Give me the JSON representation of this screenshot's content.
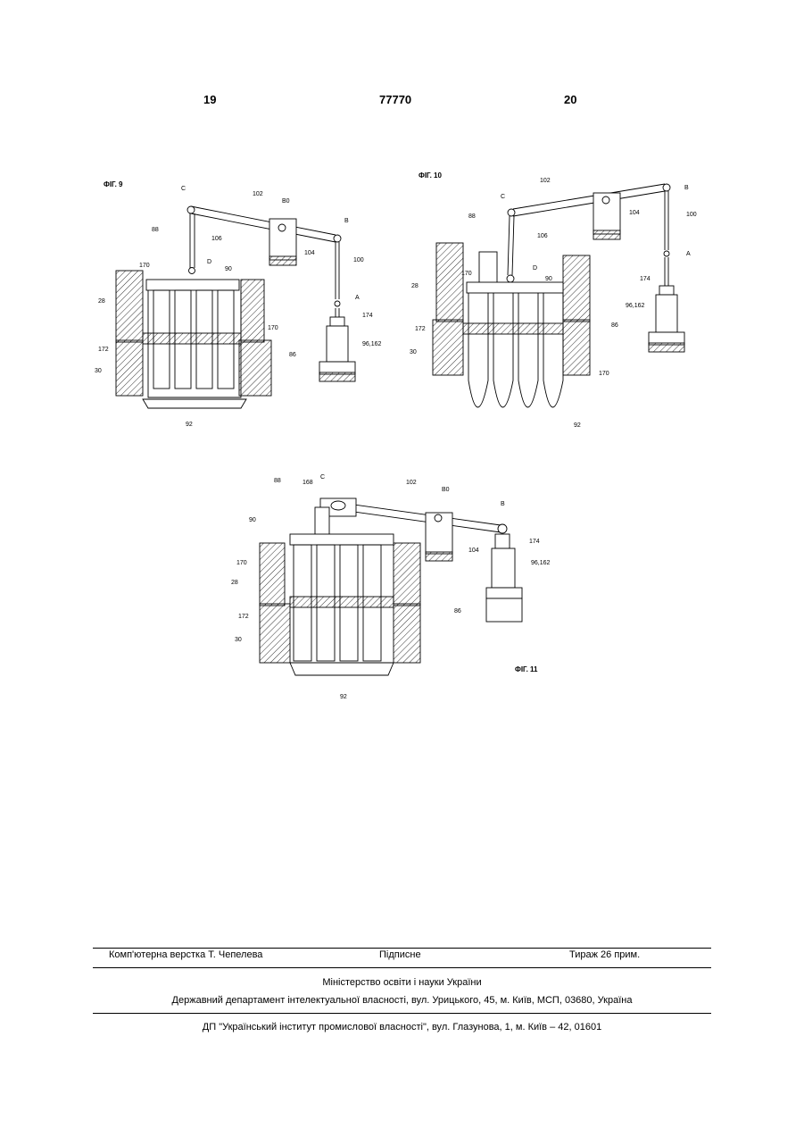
{
  "header": {
    "page_left": "19",
    "patent_no": "77770",
    "page_right": "20"
  },
  "figures": {
    "fig9": {
      "title": "ФІГ. 9",
      "labels": {
        "c": "C",
        "n102": "102",
        "b0": "B0",
        "b": "B",
        "n88": "88",
        "n106": "106",
        "n104": "104",
        "n100": "100",
        "d": "D",
        "n90": "90",
        "n170a": "170",
        "n28": "28",
        "a": "A",
        "n174": "174",
        "n170b": "170",
        "n172": "172",
        "n96": "96,162",
        "n30": "30",
        "n86": "86",
        "n92": "92"
      }
    },
    "fig10": {
      "title": "ФІГ. 10",
      "labels": {
        "n102": "102",
        "b": "B",
        "c": "C",
        "n104": "104",
        "n100": "100",
        "n88": "88",
        "n106": "106",
        "a": "A",
        "n174": "174",
        "d": "D",
        "n90": "90",
        "n170a": "170",
        "n28": "28",
        "n96": "96,162",
        "n172": "172",
        "n86": "86",
        "n30": "30",
        "n170b": "170",
        "n92": "92"
      }
    },
    "fig11": {
      "title": "ФІГ. 11",
      "labels": {
        "n88": "88",
        "n168": "168",
        "c": "C",
        "n102": "102",
        "b0": "B0",
        "b": "B",
        "n90": "90",
        "n174": "174",
        "n104": "104",
        "n170": "170",
        "n96": "96,162",
        "n28": "28",
        "n86": "86",
        "n172": "172",
        "n30": "30",
        "n92": "92"
      }
    }
  },
  "footer": {
    "left": "Комп'ютерна верстка Т. Чепелева",
    "center": "Підписне",
    "right": "Тираж 26 прим.",
    "ministry": "Міністерство освіти і науки України",
    "department": "Державний департамент інтелектуальної власності, вул. Урицького, 45, м. Київ, МСП, 03680, Україна",
    "institute": "ДП \"Український інститут промислової власності\", вул. Глазунова, 1, м. Київ – 42, 01601"
  }
}
